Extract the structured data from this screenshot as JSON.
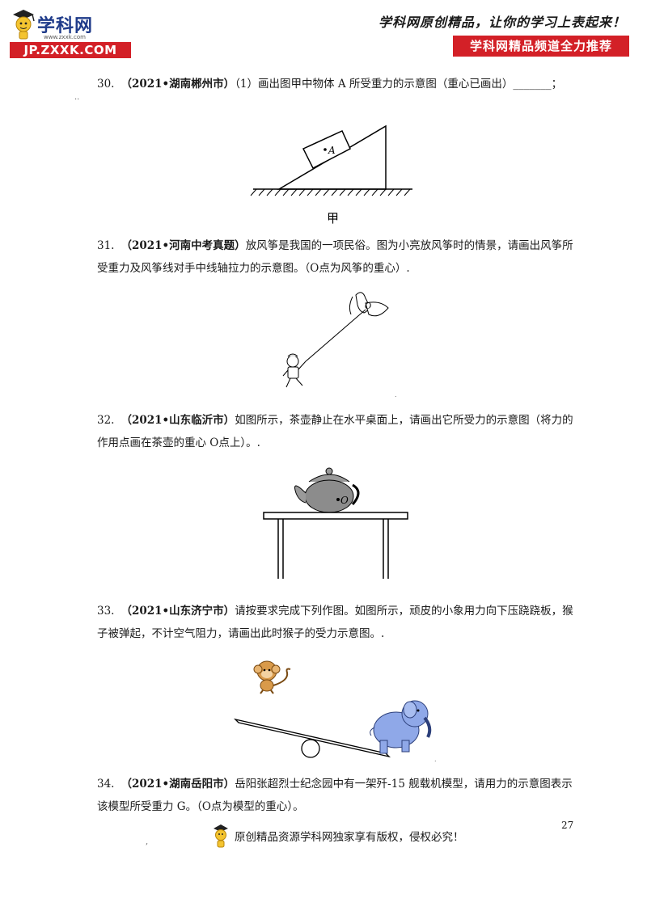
{
  "header": {
    "logo_cn": "学科网",
    "logo_url_small": "www.zxxk.com",
    "logo_url": "JP.ZXXK.COM",
    "slogan": "学科网原创精品，让你的学习上表起来！",
    "channel": "学科网精品频道全力推荐"
  },
  "questions": [
    {
      "num": "30.",
      "source": "（2021•湖南郴州市）",
      "text": "（1）画出图甲中物体 A 所受重力的示意图（重心已画出）_______；",
      "figure": {
        "object_label": "A",
        "caption": "甲"
      }
    },
    {
      "num": "31.",
      "source": "（2021•河南中考真题）",
      "text": "放风筝是我国的一项民俗。图为小亮放风筝时的情景，请画出风筝所受重力及风筝线对手中线轴拉力的示意图。（O点为风筝的重心）.",
      "figure": {
        "point_label": "O"
      }
    },
    {
      "num": "32.",
      "source": "（2021•山东临沂市）",
      "text": "如图所示，茶壶静止在水平桌面上，请画出它所受力的示意图（将力的作用点画在茶壶的重心 O点上）。.",
      "figure": {
        "point_label": "O"
      }
    },
    {
      "num": "33.",
      "source": "（2021•山东济宁市）",
      "text": "请按要求完成下列作图。如图所示，顽皮的小象用力向下压跷跷板，猴子被弹起，不计空气阻力，请画出此时猴子的受力示意图。.",
      "figure": {}
    },
    {
      "num": "34.",
      "source": "（2021•湖南岳阳市）",
      "text": "岳阳张超烈士纪念园中有一架歼-15 舰载机模型，请用力的示意图表示该模型所受重力 G。（O点为模型的重心）。",
      "figure": {}
    }
  ],
  "page_number": "27",
  "footer": {
    "text": "原创精品资源学科网独家享有版权，侵权必究！"
  }
}
